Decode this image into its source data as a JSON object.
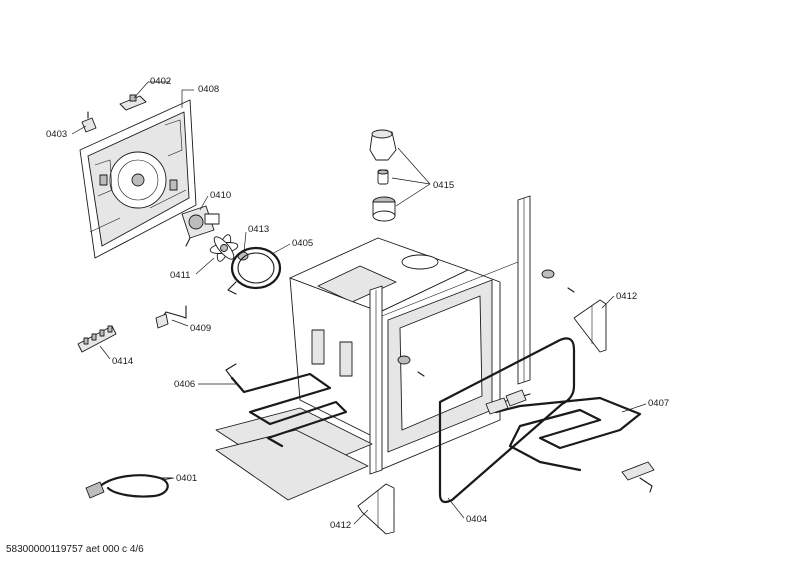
{
  "drawing": {
    "part_labels": {
      "p0401": "0401",
      "p0402": "0402",
      "p0403": "0403",
      "p0404": "0404",
      "p0405": "0405",
      "p0406": "0406",
      "p0407": "0407",
      "p0408": "0408",
      "p0409": "0409",
      "p0410": "0410",
      "p0411": "0411",
      "p0412a": "0412",
      "p0412b": "0412",
      "p0413": "0413",
      "p0414": "0414",
      "p0415": "0415"
    },
    "footer": "58300000119757 aet 000 c 4/6"
  }
}
